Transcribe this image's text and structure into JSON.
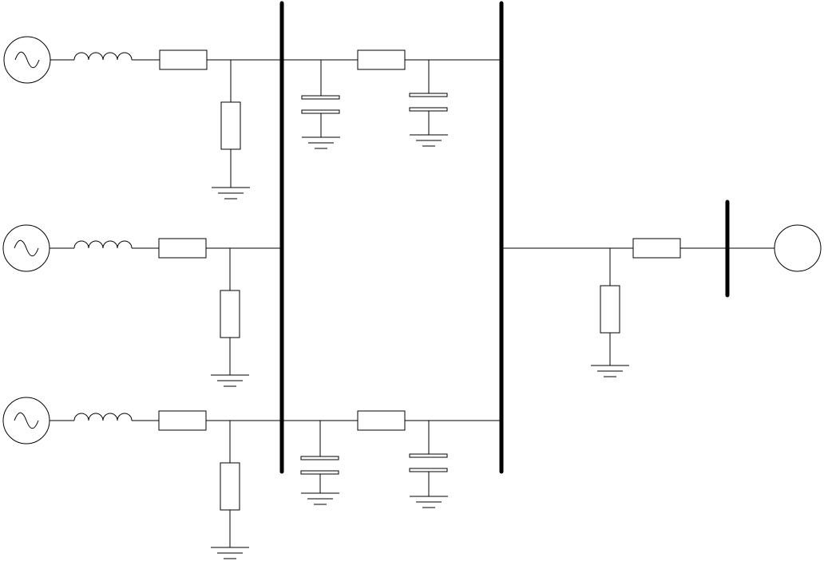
{
  "diagram": {
    "type": "single-line power system schematic",
    "stroke_color": "#000000",
    "background": "#ffffff",
    "generators": [
      {
        "id": "gen-1",
        "symbol": "ac-source-icon"
      },
      {
        "id": "gen-2",
        "symbol": "ac-source-icon"
      },
      {
        "id": "gen-3",
        "symbol": "ac-source-icon"
      }
    ],
    "infinite_source": {
      "id": "grid-source",
      "symbol": "circle-source-icon"
    },
    "buses": [
      "bus-a",
      "bus-b",
      "bus-c"
    ],
    "components": {
      "series_inductors": 3,
      "series_resistors": 4,
      "line_resistors": 2,
      "shunt_resistors": 4,
      "shunt_capacitors": 4,
      "grounds": 8
    }
  }
}
